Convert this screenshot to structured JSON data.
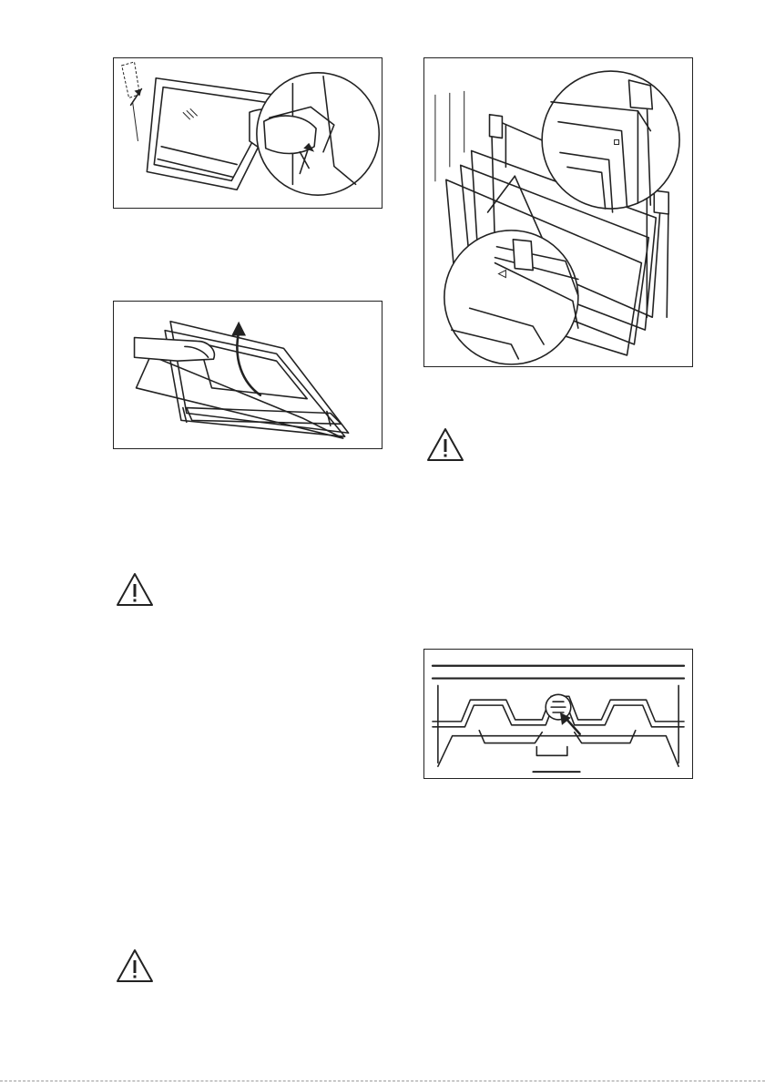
{
  "page": {
    "figures": [
      {
        "id": "fig-remove-door-trim",
        "icon": "door-trim-release-illustration"
      },
      {
        "id": "fig-lift-glass-panel",
        "icon": "lift-glass-panel-illustration"
      },
      {
        "id": "fig-glass-panels-order",
        "icon": "glass-panels-assembly-illustration"
      },
      {
        "id": "fig-oven-lamp",
        "icon": "oven-ceiling-lamp-illustration"
      }
    ],
    "warnings": [
      {
        "id": "warning-1",
        "icon": "warning-triangle-icon"
      },
      {
        "id": "warning-2",
        "icon": "warning-triangle-icon"
      },
      {
        "id": "warning-3",
        "icon": "warning-triangle-icon"
      }
    ],
    "colors": {
      "line": "#222222",
      "background": "#ffffff",
      "rule": "#9a9a9a"
    }
  }
}
